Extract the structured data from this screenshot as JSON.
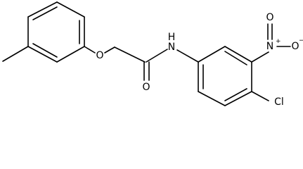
{
  "molecule": {
    "atoms": {
      "ether_oxygen": "O",
      "carbonyl_oxygen": "O",
      "amide_nitrogen": "N",
      "amide_hydrogen": "H",
      "nitro_nitrogen": "N",
      "nitro_nitrogen_charge": "+",
      "nitro_oxygen_top": "O",
      "nitro_oxygen_right": "O",
      "nitro_oxygen_charge": "−",
      "chlorine": "Cl"
    }
  }
}
